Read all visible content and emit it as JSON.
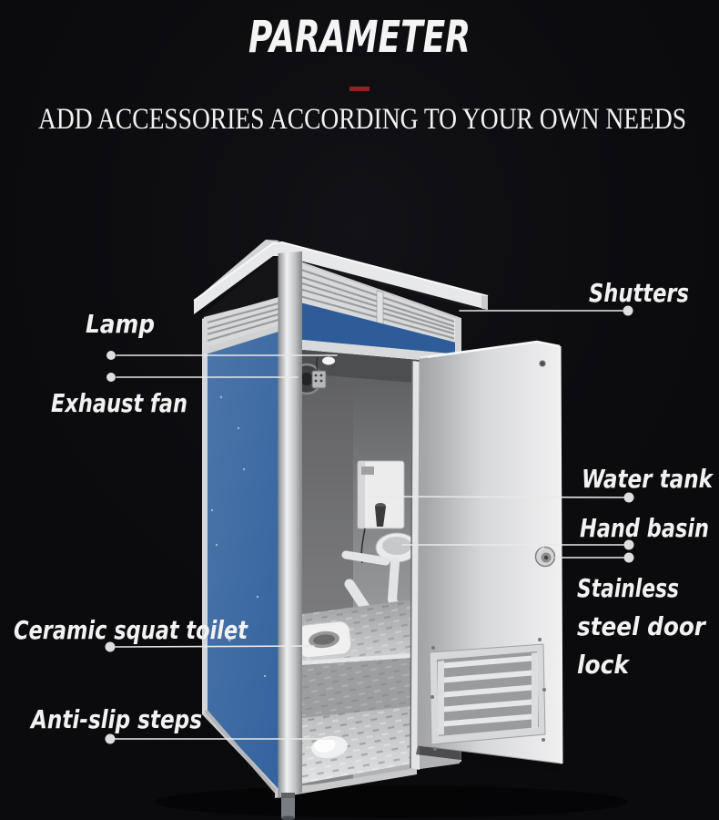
{
  "poster": {
    "background_color": "#0b0b0e",
    "title": "PARAMETER",
    "title_accent_color": "#8d2424",
    "subtitle": "ADD ACCESSORIES ACCORDING TO YOUR OWN NEEDS",
    "text_color": "#f4f4f4"
  },
  "illustration": {
    "subject": "portable toilet cabin with open door",
    "colors": {
      "panel_blue": "#34639e",
      "transom_blue": "#2d5c98",
      "frame_gray": "#e7e8e9",
      "callout_line": "#e9e9e9"
    },
    "callouts": [
      {
        "id": "lamp",
        "label": "Lamp"
      },
      {
        "id": "exhaust-fan",
        "label": "Exhaust fan"
      },
      {
        "id": "shutters",
        "label": "Shutters"
      },
      {
        "id": "water-tank",
        "label": "Water tank"
      },
      {
        "id": "hand-basin",
        "label": "Hand basin"
      },
      {
        "id": "door-lock",
        "label_lines": [
          "Stainless",
          "steel door",
          "lock"
        ]
      },
      {
        "id": "squat-toilet",
        "label": "Ceramic squat toilet"
      },
      {
        "id": "anti-slip-steps",
        "label": "Anti-slip steps"
      }
    ]
  }
}
